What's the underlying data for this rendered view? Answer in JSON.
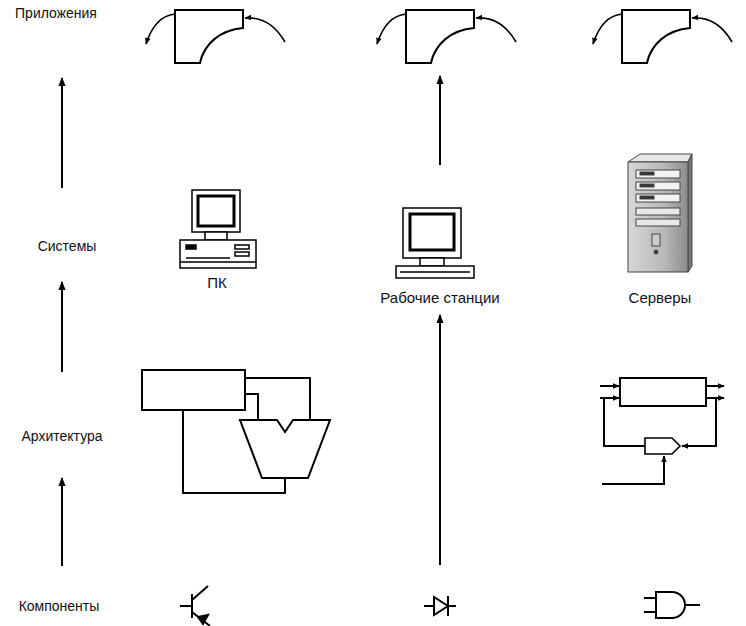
{
  "diagram": {
    "labels": [
      "Приложения",
      "Системы",
      "Архитектура",
      "Компоненты",
      "ПК",
      "Рабочие станции",
      "Серверы"
    ]
  }
}
